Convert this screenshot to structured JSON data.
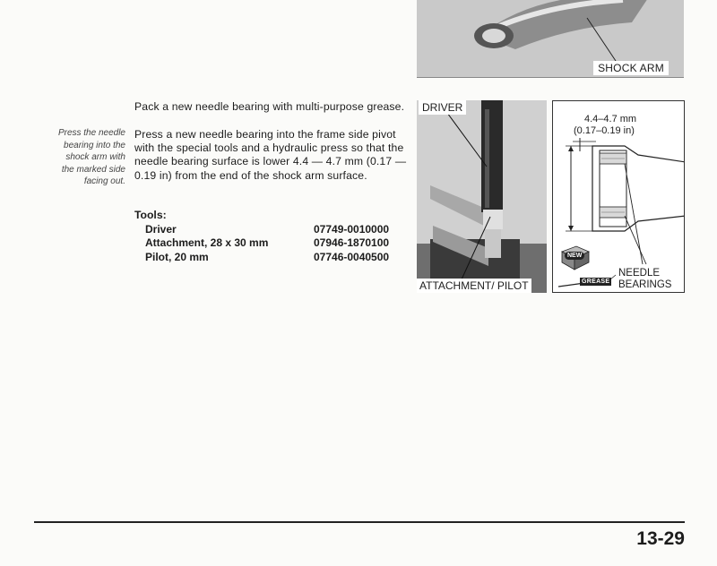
{
  "top_photo": {
    "label": "SHOCK ARM"
  },
  "side_note": {
    "lines": [
      "Press the needle",
      "bearing into the",
      "shock arm with",
      "the marked side",
      "facing out."
    ]
  },
  "body": {
    "para_1": "Pack a new needle bearing with multi-purpose grease.",
    "para_2": "Press a new needle bearing into the frame side pivot with the special tools and a hydraulic press so that the needle bearing surface is lower 4.4 — 4.7 mm (0.17 — 0.19 in) from the end of the shock arm surface."
  },
  "tools": {
    "heading": "Tools:",
    "items": [
      {
        "name": "Driver",
        "number": "07749-0010000"
      },
      {
        "name": "Attachment, 28 x 30 mm",
        "number": "07946-1870100"
      },
      {
        "name": "Pilot, 20 mm",
        "number": "07746-0040500"
      }
    ]
  },
  "mid_photo": {
    "label_top": "DRIVER",
    "label_bottom": "ATTACHMENT/ PILOT"
  },
  "diagram": {
    "dimension_mm": "4.4–4.7 mm",
    "dimension_in": "(0.17–0.19 in)",
    "label_needle_1": "NEEDLE",
    "label_needle_2": "BEARINGS",
    "grease_tag": "GREASE",
    "new_tag": "NEW"
  },
  "footer": {
    "page_number": "13-29"
  }
}
